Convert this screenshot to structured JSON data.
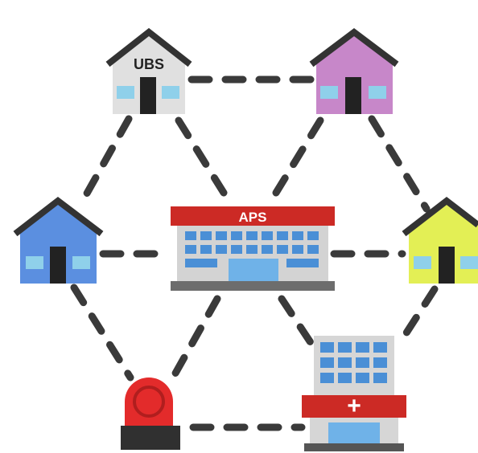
{
  "nodes": {
    "ubs_house": {
      "label": "UBS",
      "roof": "#333333",
      "wall": "#e0e0e0",
      "door": "#222222",
      "window": "#8fd0ea"
    },
    "purple_house": {
      "roof": "#333333",
      "wall": "#c787c9",
      "door": "#222222",
      "window": "#8fd0ea"
    },
    "blue_house": {
      "roof": "#333333",
      "wall": "#5b8fe0",
      "door": "#222222",
      "window": "#8fd0ea"
    },
    "lime_house": {
      "roof": "#333333",
      "wall": "#e3ef55",
      "door": "#222222",
      "window": "#8fd0ea"
    },
    "aps_building": {
      "label": "APS",
      "banner": "#cc2a25",
      "wall": "#d3d3d3",
      "window": "#4a8fd6",
      "base": "#6d6d6d"
    },
    "hospital": {
      "symbol": "+",
      "banner": "#cc2a25",
      "wall": "#d6d6d6",
      "window": "#4a8fd6",
      "base": "#555555"
    },
    "siren": {
      "light": "#e32b2b",
      "base": "#303030"
    }
  },
  "connector": {
    "color": "#3a3a3a",
    "style": "dashed"
  }
}
